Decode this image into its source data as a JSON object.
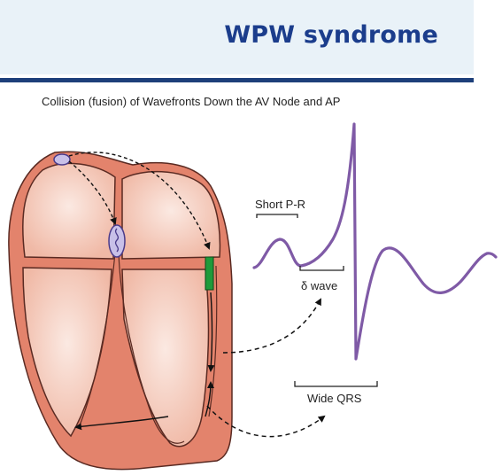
{
  "header": {
    "title": "WPW syndrome"
  },
  "diagram": {
    "subtitle": "Collision (fusion) of Wavefronts Down the AV Node and AP",
    "labels": {
      "short_pr": "Short P-R",
      "delta_wave": "δ wave",
      "wide_qrs": "Wide QRS"
    }
  },
  "colors": {
    "title": "#1b3d8c",
    "header_bg": "#e9f2f8",
    "header_rule": "#1d3f7a",
    "heart_wall": "#e3836c",
    "heart_chamber": "#f4c9bb",
    "ecg_trace": "#7f5aa6",
    "accessory_pathway": "#1f9a3a"
  }
}
